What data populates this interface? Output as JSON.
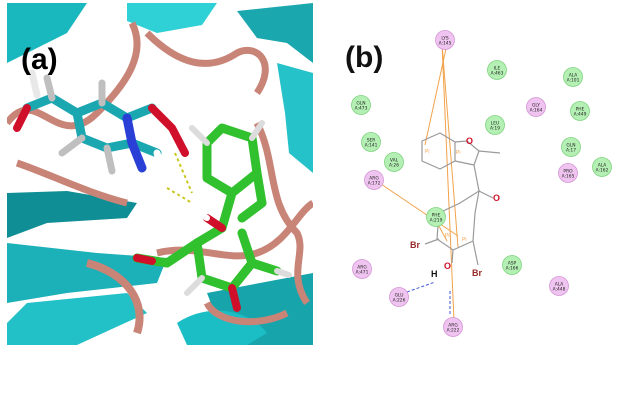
{
  "figure": {
    "panel_a": {
      "label": "(a)"
    },
    "panel_b": {
      "label": "(b)",
      "residues": [
        {
          "id": "lys",
          "name": "LYS",
          "num": "A:145",
          "kind": "pink"
        },
        {
          "id": "ile",
          "name": "ILE",
          "num": "A:463",
          "kind": "green"
        },
        {
          "id": "ala101",
          "name": "ALA",
          "num": "A:101",
          "kind": "green"
        },
        {
          "id": "gln473",
          "name": "GLN",
          "num": "A:473",
          "kind": "green"
        },
        {
          "id": "leu",
          "name": "LEU",
          "num": "A:19",
          "kind": "green"
        },
        {
          "id": "gly",
          "name": "GLY",
          "num": "A:164",
          "kind": "pink"
        },
        {
          "id": "phe449",
          "name": "PHE",
          "num": "A:449",
          "kind": "green"
        },
        {
          "id": "ser",
          "name": "SER",
          "num": "A:141",
          "kind": "green"
        },
        {
          "id": "gln17",
          "name": "GLN",
          "num": "A:17",
          "kind": "green"
        },
        {
          "id": "val",
          "name": "VAL",
          "num": "A:26",
          "kind": "green"
        },
        {
          "id": "pro",
          "name": "PRO",
          "num": "A:165",
          "kind": "pink"
        },
        {
          "id": "ala162",
          "name": "ALA",
          "num": "A:162",
          "kind": "green"
        },
        {
          "id": "arg172",
          "name": "ARG",
          "num": "A:172",
          "kind": "pink"
        },
        {
          "id": "phe219",
          "name": "PHE",
          "num": "A:219",
          "kind": "green"
        },
        {
          "id": "asp",
          "name": "ASP",
          "num": "A:166",
          "kind": "green"
        },
        {
          "id": "arg471",
          "name": "ARG",
          "num": "A:471",
          "kind": "pink"
        },
        {
          "id": "ala448",
          "name": "ALA",
          "num": "A:448",
          "kind": "pink"
        },
        {
          "id": "glu",
          "name": "GLU",
          "num": "A:226",
          "kind": "pink"
        },
        {
          "id": "arg222",
          "name": "ARG",
          "num": "A:222",
          "kind": "pink"
        }
      ],
      "atoms": {
        "o_furan": "O",
        "o_carbonyl": "O",
        "br1": "Br",
        "br2": "Br",
        "h": "H",
        "o_h": "O"
      },
      "pi_labels": [
        "Pi",
        "Pi",
        "Pi",
        "Pi"
      ],
      "colors": {
        "green": "#b4f0b4",
        "pink": "#f0c4f0",
        "pi_line": "#f2a24a",
        "hbond": "#3e58d8",
        "ligand": "#9a9a9a"
      }
    }
  }
}
